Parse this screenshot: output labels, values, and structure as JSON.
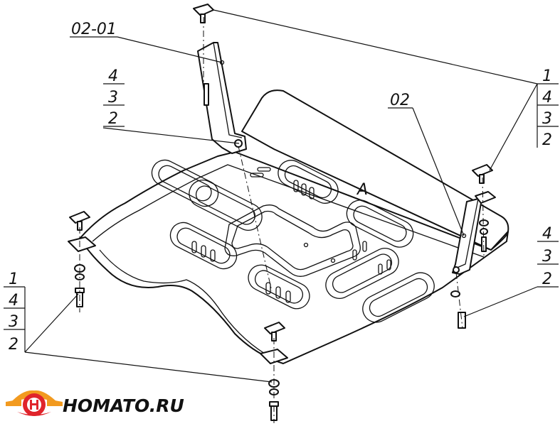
{
  "callouts": {
    "bracket_label": "02-01",
    "right_bracket_label": "02",
    "top_left_stack": [
      "4",
      "3",
      "2"
    ],
    "top_right_stack": [
      "1",
      "4",
      "3",
      "2"
    ],
    "mid_right_stack": [
      "4",
      "3",
      "2"
    ],
    "bottom_left_stack": [
      "1",
      "4",
      "3",
      "2"
    ]
  },
  "plate_mark": "A",
  "logo": {
    "text": "HOMATO.RU",
    "colors": {
      "red": "#e0242b",
      "orange": "#f29a1f",
      "dark": "#111111"
    }
  }
}
